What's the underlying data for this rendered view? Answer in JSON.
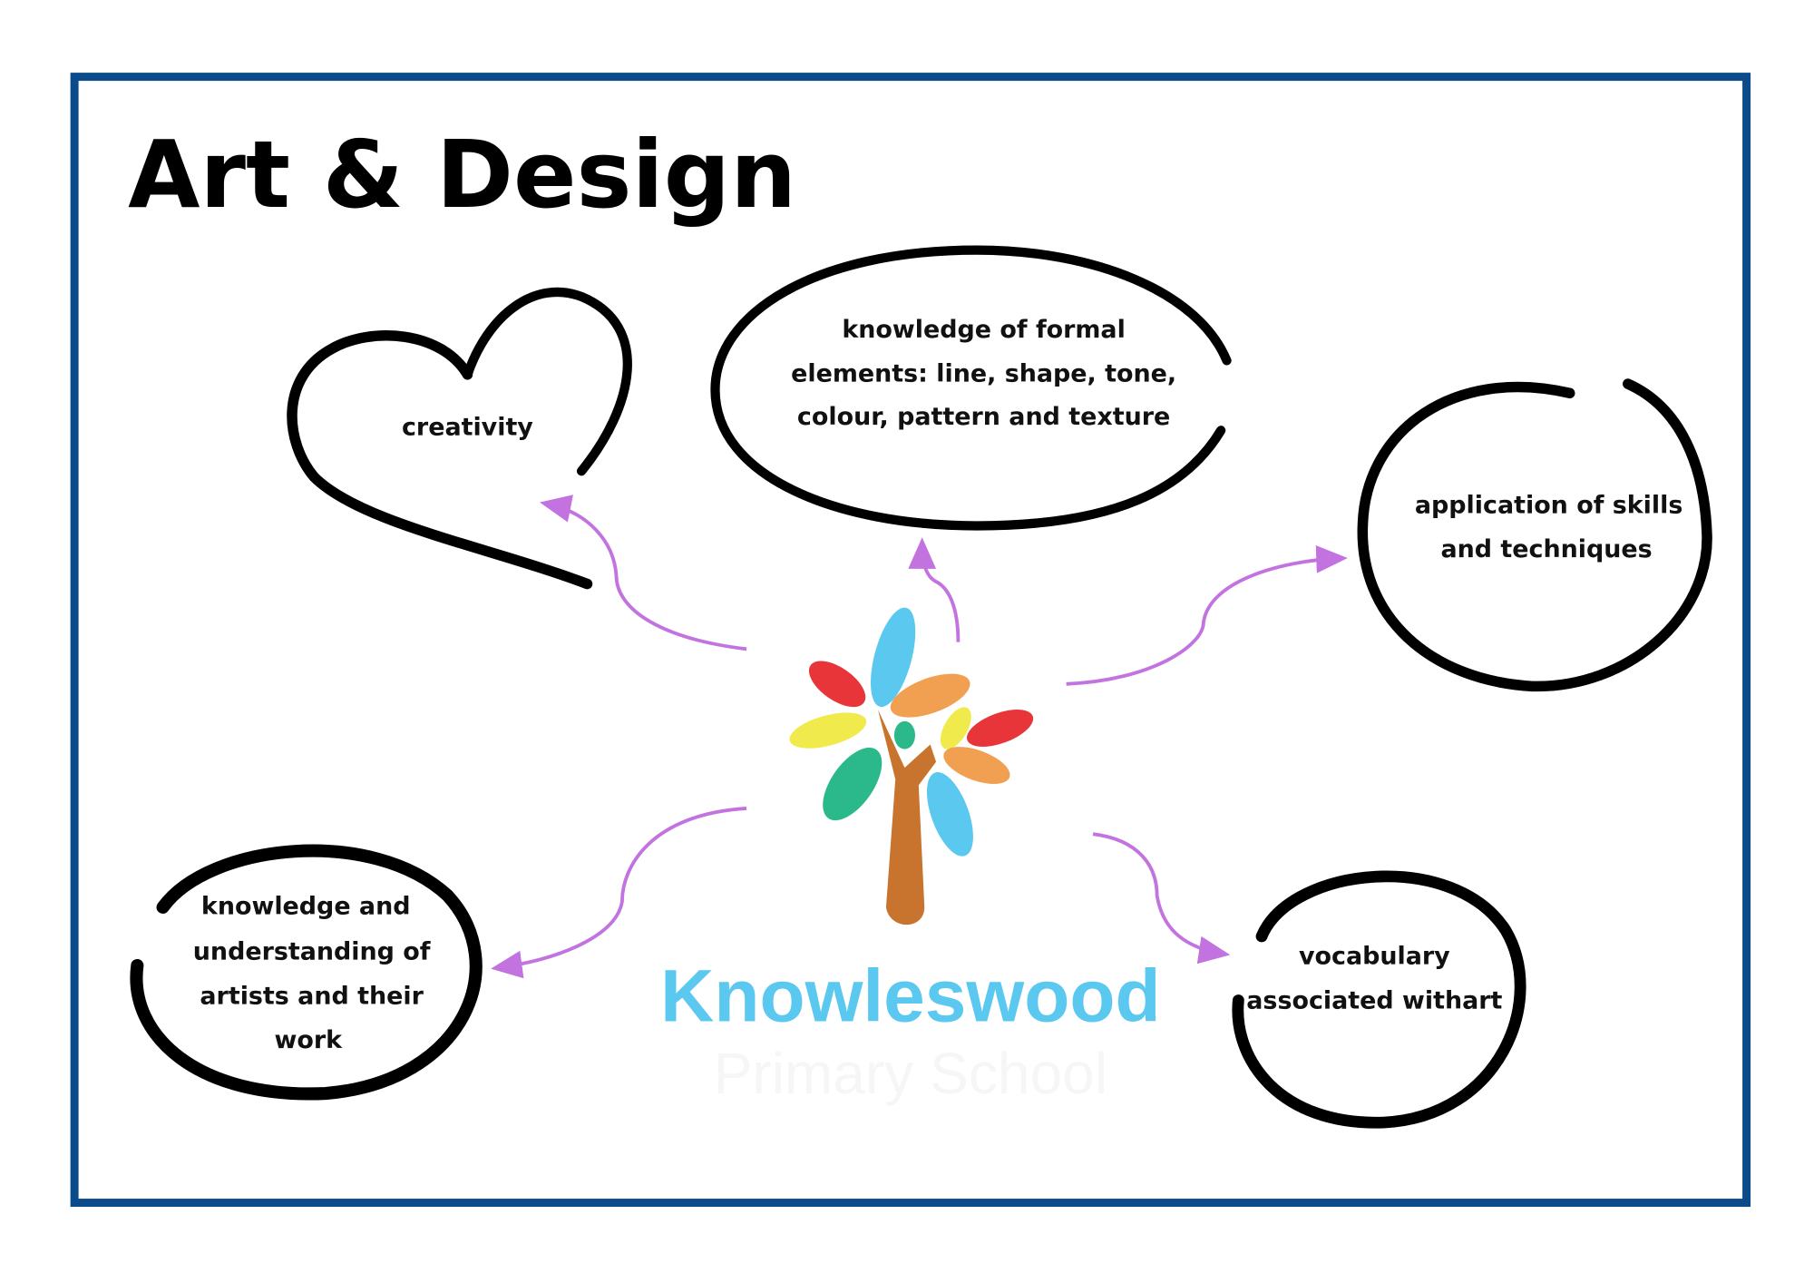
{
  "title": "Art & Design",
  "colors": {
    "border": "#0b4a8b",
    "arrow": "#c273e0",
    "brand": "#5bc8f0"
  },
  "nodes": {
    "creativity": {
      "lines": [
        "creativity"
      ],
      "shape": "heart"
    },
    "formal_elements": {
      "lines": [
        "knowledge of formal",
        "elements: line, shape, tone,",
        "colour, pattern and texture"
      ],
      "shape": "ellipse"
    },
    "skills": {
      "lines": [
        "application of skills",
        "and techniques"
      ],
      "shape": "circle"
    },
    "artists": {
      "lines": [
        "knowledge and",
        "understanding of",
        "artists and their",
        "work"
      ],
      "shape": "circle"
    },
    "vocabulary": {
      "lines": [
        "vocabulary",
        "associated withart"
      ],
      "shape": "circle"
    }
  },
  "logo": {
    "name": "Knowleswood",
    "subtitle": "Primary School",
    "icon": "tree-icon"
  }
}
